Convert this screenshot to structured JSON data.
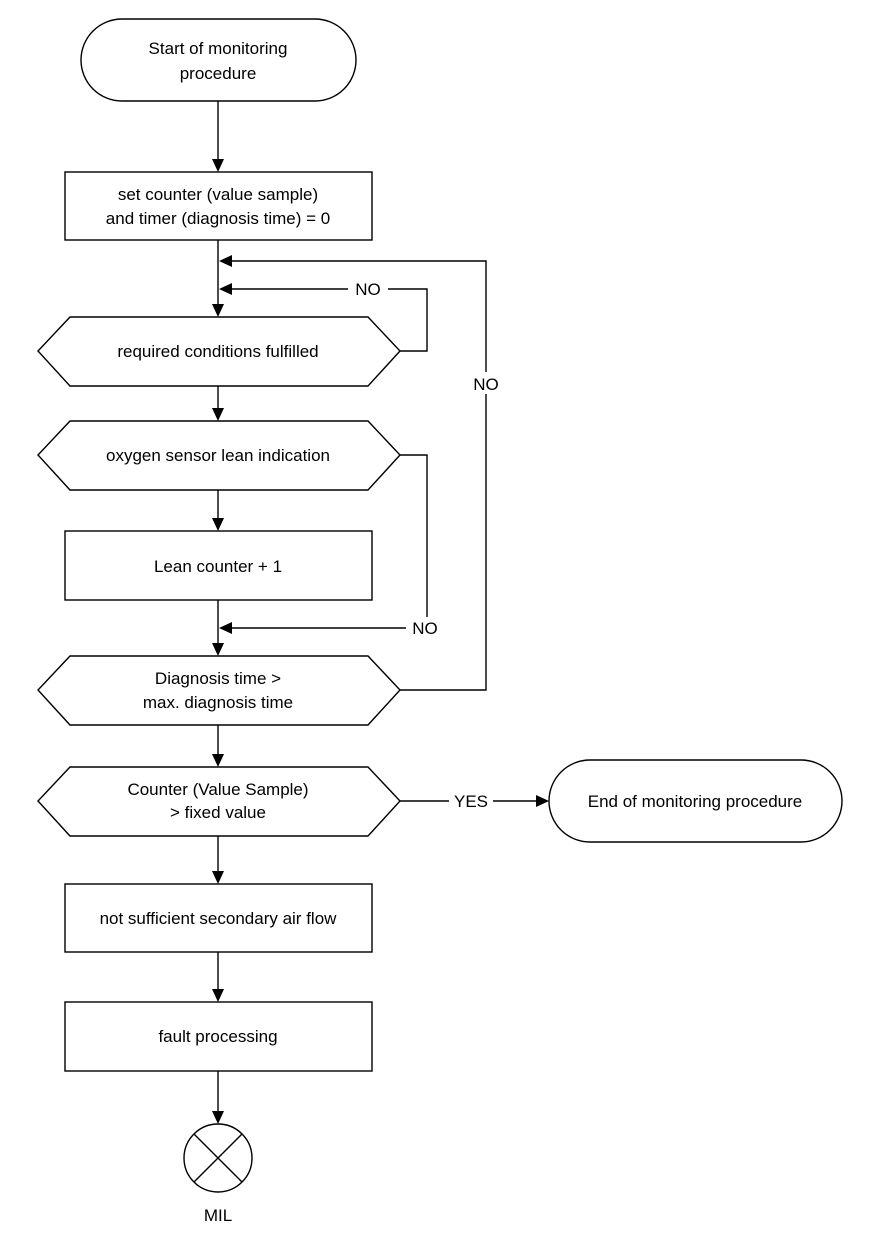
{
  "diagram": {
    "start": {
      "line1": "Start of monitoring",
      "line2": "procedure"
    },
    "set_counter": {
      "line1": "set counter (value sample)",
      "line2": "and timer (diagnosis time) = 0"
    },
    "required_conditions": "required conditions fulfilled",
    "oxygen_sensor": "oxygen sensor lean indication",
    "lean_counter": "Lean counter + 1",
    "diagnosis_time": {
      "line1": "Diagnosis time >",
      "line2": "max. diagnosis time"
    },
    "counter_check": {
      "line1": "Counter (Value Sample)",
      "line2": "> fixed value"
    },
    "end": "End of monitoring procedure",
    "not_sufficient": "not sufficient secondary air flow",
    "fault_processing": "fault processing",
    "mil": "MIL",
    "labels": {
      "no_conditions": "NO",
      "no_diagnosis": "NO",
      "no_oxygen": "NO",
      "yes_counter": "YES"
    },
    "colors": {
      "stroke": "#000000",
      "fill": "#ffffff"
    }
  }
}
